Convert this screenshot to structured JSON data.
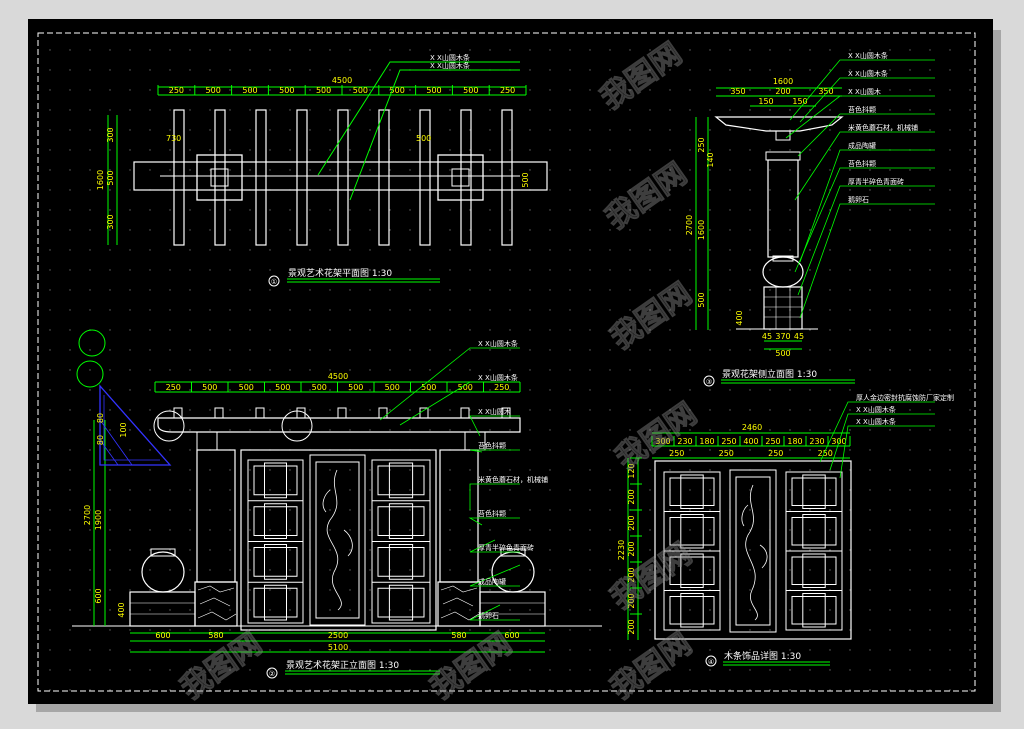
{
  "colors": {
    "paper": "#000000",
    "frame": "#ffffff",
    "structure": "#ffffff",
    "dimension_lines": "#00ff00",
    "dimension_text": "#ffff00",
    "leader_lines": "#00ff00",
    "annotation_text": "#ffffff",
    "triangle_detail": "#3333ff"
  },
  "views": {
    "plan": {
      "number": "①",
      "title": "景观艺术花架平面图 1:30",
      "overall": "4500",
      "top_dims": [
        "250",
        "500",
        "500",
        "500",
        "500",
        "500",
        "500",
        "500",
        "500",
        "250"
      ],
      "left_dims": [
        "300",
        "500",
        "300",
        "1600"
      ],
      "inner_dims": [
        "730",
        "500"
      ],
      "right_dim": "500",
      "callouts": [
        "X X山圆木条",
        "X X山圆木条"
      ]
    },
    "side": {
      "number": "③",
      "title": "景观花架侧立面图 1:30",
      "top_overall": "1600",
      "top_dims": [
        "350",
        "200",
        "350"
      ],
      "top_dims2": [
        "150",
        "150"
      ],
      "left_dims": [
        "250",
        "140",
        "1600",
        "2700",
        "500",
        "400"
      ],
      "bottom_dims": [
        "45",
        "370",
        "45"
      ],
      "bottom_overall": "500",
      "callouts": [
        "X X山圆木条",
        "X X山圆木条",
        "X X山圆木",
        "苔色抖颗",
        "米黄色蘑石材，机械铺",
        "成品陶罐",
        "苔色抖颗",
        "厚青半碎色青面砖",
        "鹅卵石"
      ]
    },
    "front": {
      "number": "②",
      "title": "景观艺术花架正立面图 1:30",
      "overall": "4500",
      "top_dims": [
        "250",
        "500",
        "500",
        "500",
        "500",
        "500",
        "500",
        "500",
        "500",
        "250"
      ],
      "bottom_dims": [
        "600",
        "580",
        "2500",
        "580",
        "600"
      ],
      "bottom_overall": "5100",
      "left_dims": [
        "2700",
        "1900",
        "600",
        "400"
      ],
      "triangle_dims": [
        "80",
        "80",
        "100"
      ],
      "callouts": [
        "X X山圆木条",
        "X X山圆木条",
        "X X山圆木",
        "苔色抖颗",
        "米黄色蘑石材，机械铺",
        "苔色抖颗",
        "厚青半碎色青面砖",
        "成品陶罐",
        "鹅卵石"
      ]
    },
    "detail": {
      "number": "④",
      "title": "木条饰品详图 1:30",
      "overall": "2460",
      "top_dims": [
        "300",
        "230",
        "180",
        "250",
        "400",
        "250",
        "180",
        "230",
        "300"
      ],
      "top_dims2": [
        "250",
        "250",
        "250",
        "250"
      ],
      "left_dims": [
        "2230",
        "120",
        "200",
        "200",
        "200",
        "200",
        "200",
        "200"
      ],
      "callouts": [
        "厚人金边密封抗腐蚀防厂家定制",
        "X X山圆木条",
        "X X山圆木条"
      ]
    }
  },
  "watermark": "我图网"
}
